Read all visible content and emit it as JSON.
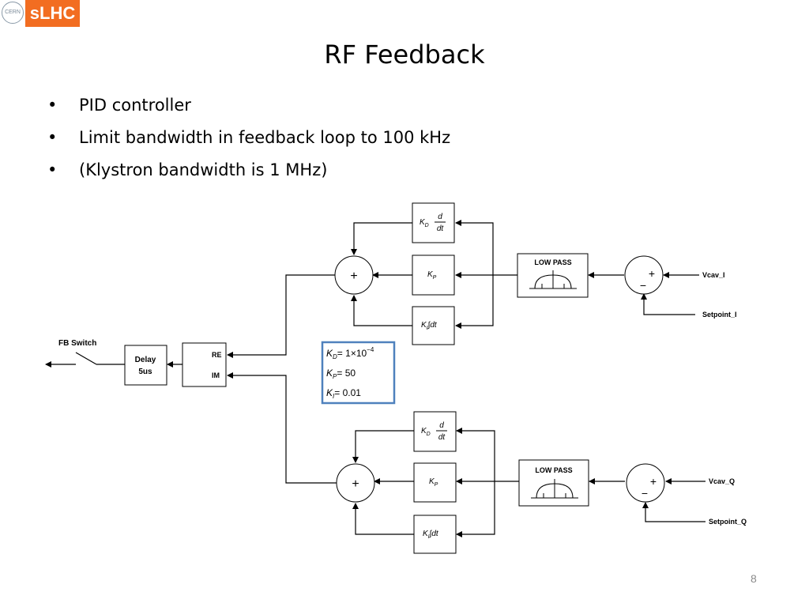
{
  "logo": {
    "org": "CERN",
    "text": "sLHC",
    "color": "#f26d21"
  },
  "title": "RF Feedback",
  "bullets": [
    "PID controller",
    "Limit bandwidth in feedback loop to 100 kHz",
    "(Klystron bandwidth is 1 MHz)"
  ],
  "diagram": {
    "fb_switch": "FB Switch",
    "delay": {
      "line1": "Delay",
      "line2": "5us"
    },
    "re": "RE",
    "im": "IM",
    "top": {
      "kd": "K",
      "kd_sub": "D",
      "d_num": "d",
      "d_den": "dt",
      "kp": "K",
      "kp_sub": "P",
      "ki": "K",
      "ki_sub": "I",
      "ki_int": "∫dt",
      "lowpass": "LOW PASS",
      "input": "Vcav_I",
      "setpoint": "Setpoint_I"
    },
    "bottom": {
      "kd": "K",
      "kd_sub": "D",
      "d_num": "d",
      "d_den": "dt",
      "kp": "K",
      "kp_sub": "P",
      "ki": "K",
      "ki_sub": "I",
      "ki_int": "∫dt",
      "lowpass": "LOW PASS",
      "input": "Vcav_Q",
      "setpoint": "Setpoint_Q"
    },
    "params": {
      "kd": "K",
      "kd_sub": "D",
      "kd_val": "= 1×10",
      "kd_exp": "−4",
      "kp": "K",
      "kp_sub": "P",
      "kp_val": "= 50",
      "ki": "K",
      "ki_sub": "I",
      "ki_val": "= 0.01",
      "border_color": "#4f81bd"
    },
    "plus": "+",
    "minus": "−"
  },
  "page_number": "8"
}
